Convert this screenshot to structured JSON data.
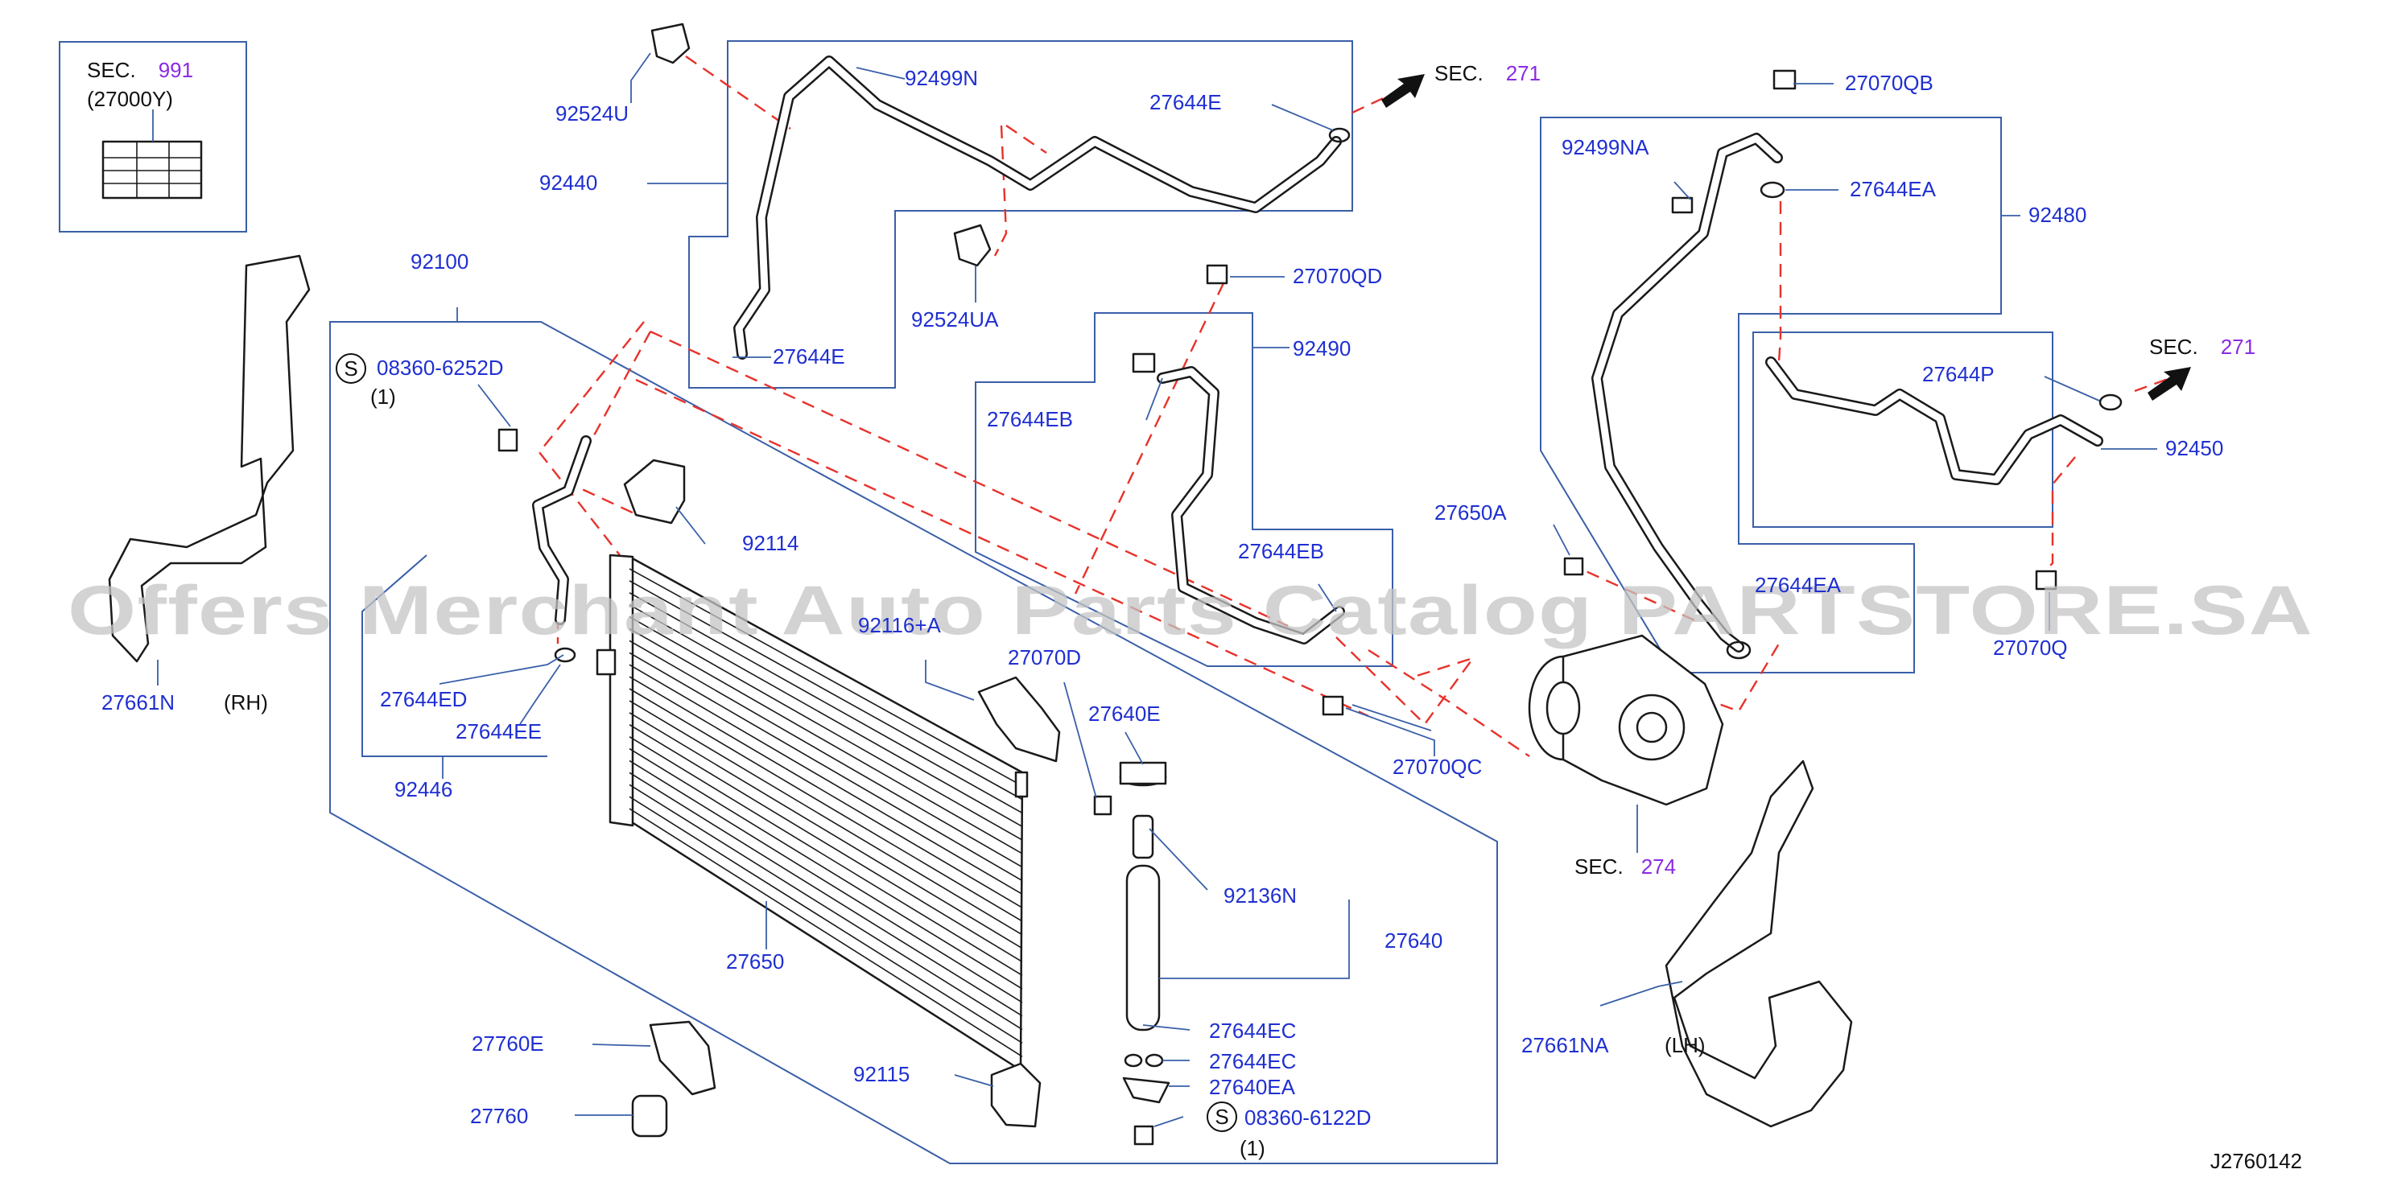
{
  "watermark": "Offers Merchant Auto Parts Catalog PARTSTORE.SA",
  "diagram_id": "J2760142",
  "colors": {
    "part_label": "#1f2fd1",
    "section_ref": "#8a2be2",
    "leader": "#3a5fa8",
    "dash": "#e8322b"
  },
  "refs": {
    "sec991": {
      "prefix": "SEC.",
      "num": "991"
    },
    "sec991_sub": "(27000Y)",
    "sec271_top": {
      "prefix": "SEC.",
      "num": "271"
    },
    "sec271_right": {
      "prefix": "SEC.",
      "num": "271"
    },
    "sec274": {
      "prefix": "SEC.",
      "num": "274"
    }
  },
  "labels": {
    "p92524U": "92524U",
    "p92499N": "92499N",
    "p27644E_top": "27644E",
    "p92440": "92440",
    "p92524UA": "92524UA",
    "p27644E_left": "27644E",
    "p92100": "92100",
    "p08360_6252D": "08360-6252D",
    "q1_top": "(1)",
    "p92114": "92114",
    "p92116": "92116+A",
    "p27070QD": "27070QD",
    "p92490": "92490",
    "p27644EB_top": "27644EB",
    "p27644EB_mid": "27644EB",
    "p27070QB": "27070QB",
    "p92499NA": "92499NA",
    "p27644EA_top": "27644EA",
    "p92480": "92480",
    "p27644P": "27644P",
    "p92450": "92450",
    "p27650A": "27650A",
    "p27644EA_mid": "27644EA",
    "p27070Q": "27070Q",
    "p27661N": "27661N",
    "rh": "(RH)",
    "p27644ED": "27644ED",
    "p27644EE": "27644EE",
    "p92446": "92446",
    "p27070D": "27070D",
    "p27640E": "27640E",
    "p27070QC": "27070QC",
    "p92136N": "92136N",
    "p27640": "27640",
    "p27650": "27650",
    "p27760E": "27760E",
    "p27760": "27760",
    "p92115": "92115",
    "p27644EC_1": "27644EC",
    "p27644EC_2": "27644EC",
    "p27640EA": "27640EA",
    "p08360_6122D": "08360-6122D",
    "q1_bottom": "(1)",
    "p27661NA": "27661NA",
    "lh": "(LH)"
  },
  "markers": {
    "screw_symbol": "S"
  }
}
